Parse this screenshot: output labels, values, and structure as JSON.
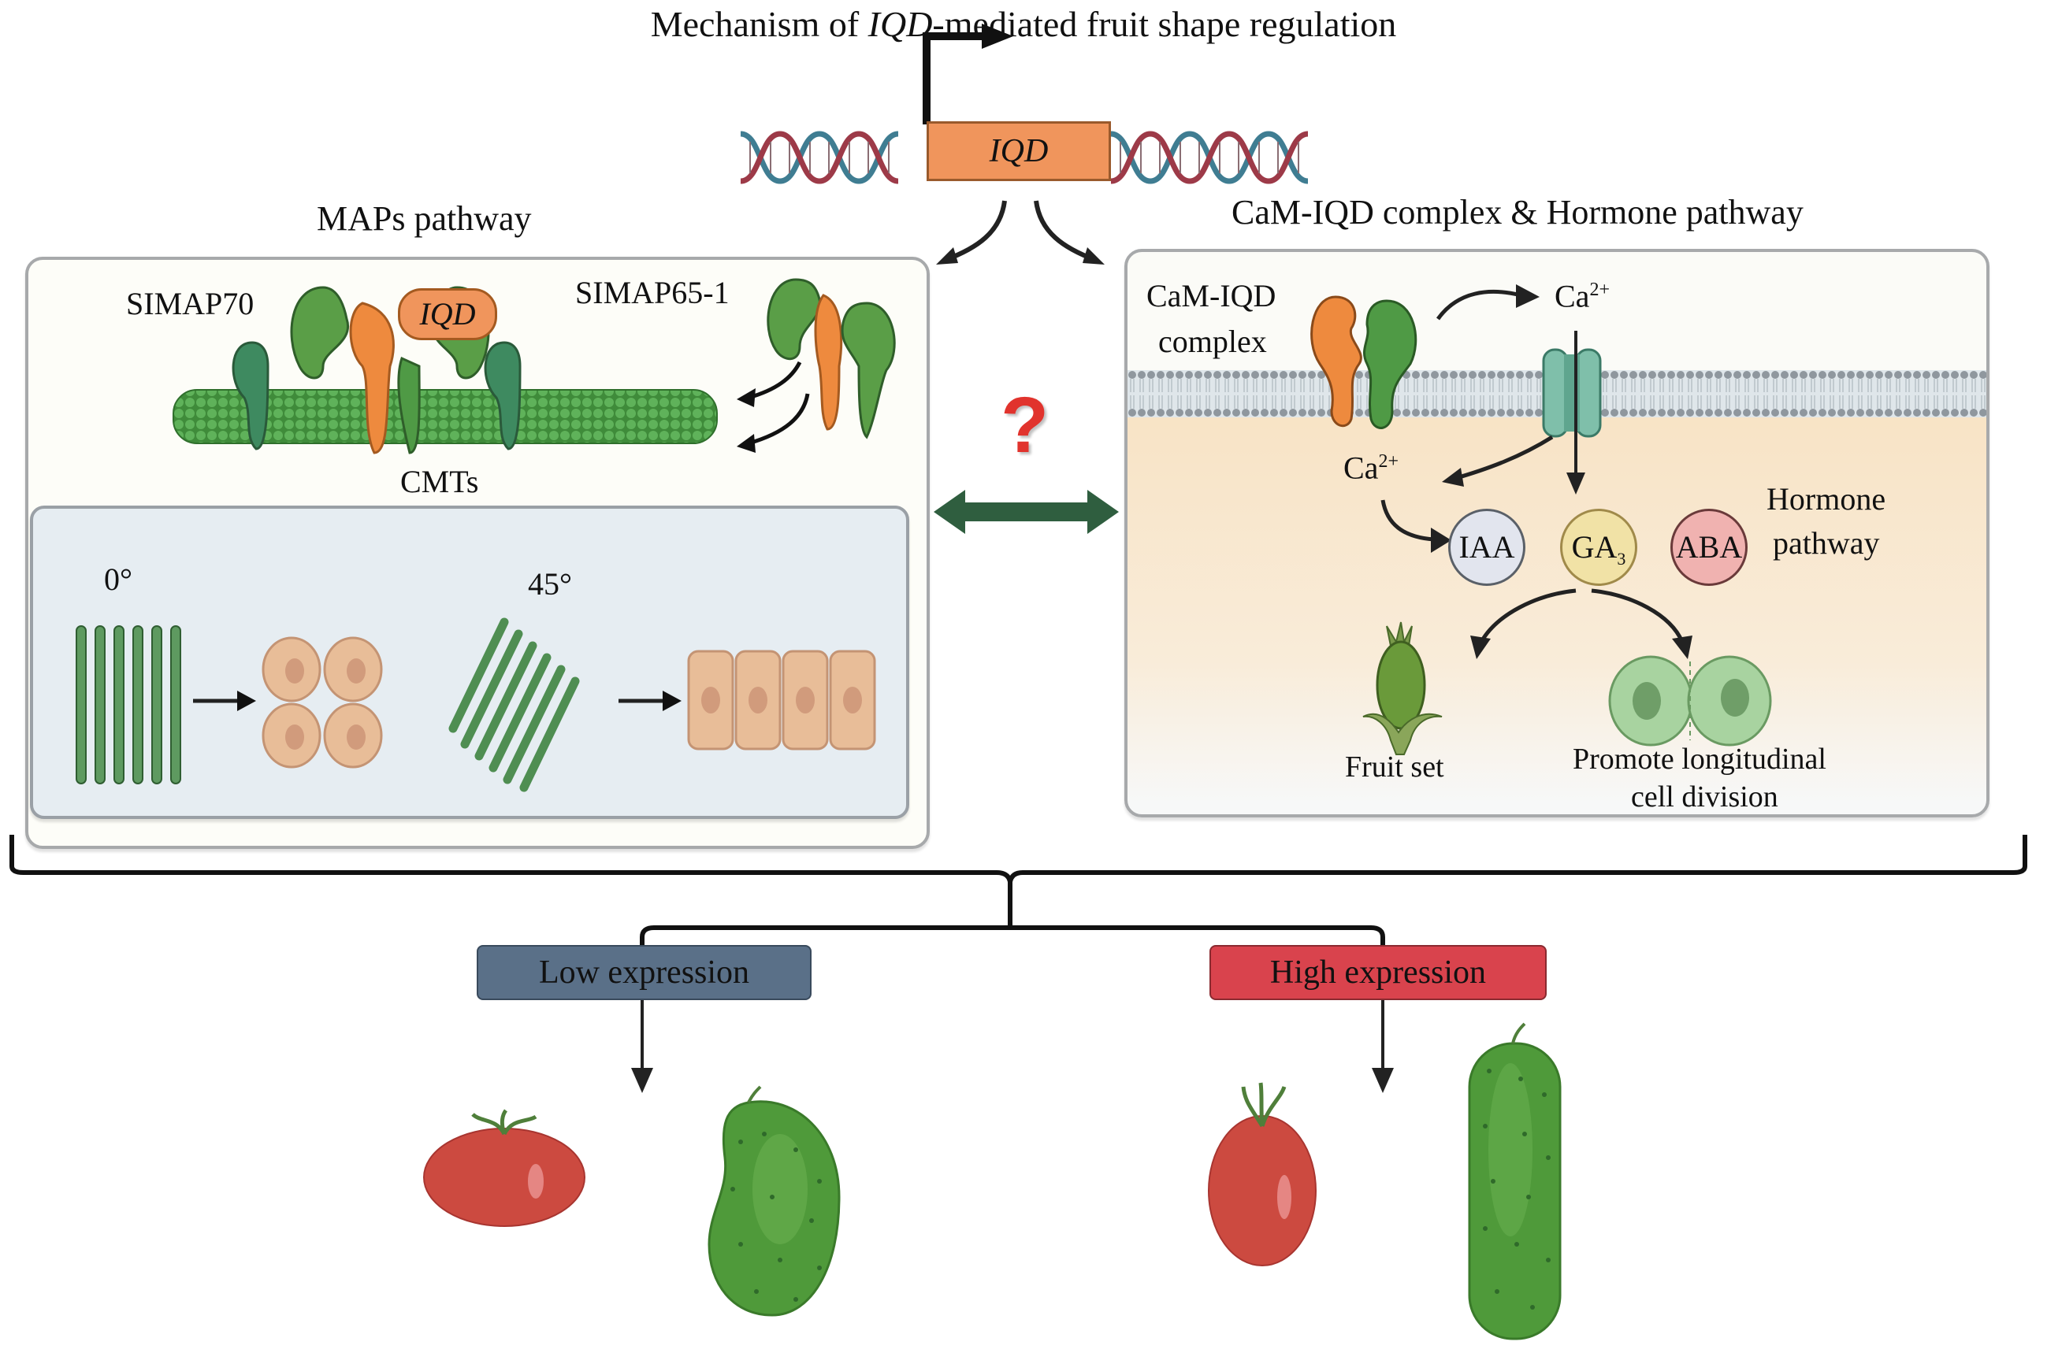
{
  "title": {
    "prefix": "Mechanism of ",
    "gene": "IQD",
    "suffix": "-mediated fruit shape regulation"
  },
  "gene_box": {
    "label": "IQD",
    "color": "#f0955c"
  },
  "left_section": {
    "title": "MAPs pathway",
    "protein_labels": {
      "map70": "SIMAP70",
      "map65": "SIMAP65-1",
      "iqd": "IQD"
    },
    "microtubule_label": "CMTs",
    "angles": [
      {
        "angle": "0°",
        "result": "round cells"
      },
      {
        "angle": "45°",
        "result": "elongated cells"
      }
    ]
  },
  "right_section": {
    "title": "CaM-IQD complex & Hormone pathway",
    "complex_label_line1": "CaM-IQD",
    "complex_label_line2": "complex",
    "ion_outside": {
      "base": "Ca",
      "sup": "2+"
    },
    "ion_inside": {
      "base": "Ca",
      "sup": "2+"
    },
    "hormones": [
      {
        "name": "IAA",
        "sub": "",
        "fill": "#e2e5ee",
        "stroke": "#5a6068"
      },
      {
        "name": "GA",
        "sub": "3",
        "fill": "#f1e2a6",
        "stroke": "#a08a4a"
      },
      {
        "name": "ABA",
        "sub": "",
        "fill": "#f0b2b0",
        "stroke": "#6a3a3a"
      }
    ],
    "hormone_label_line1": "Hormone",
    "hormone_label_line2": "pathway",
    "outcome_fruit": "Fruit set",
    "outcome_cell_line1": "Promote longitudinal",
    "outcome_cell_line2": "cell division"
  },
  "crosstalk": {
    "symbol": "?",
    "symbol_color": "#e1332d",
    "arrow_color": "#2f5e3f"
  },
  "expression": {
    "low": {
      "label": "Low expression",
      "color": "#5a7088"
    },
    "high": {
      "label": "High expression",
      "color": "#d9434d"
    }
  },
  "colors": {
    "protein_green": "#4f9a45",
    "protein_orange": "#ee8a3e",
    "microtubule": "#4fa04a",
    "cell_tan": "#e6b893"
  }
}
